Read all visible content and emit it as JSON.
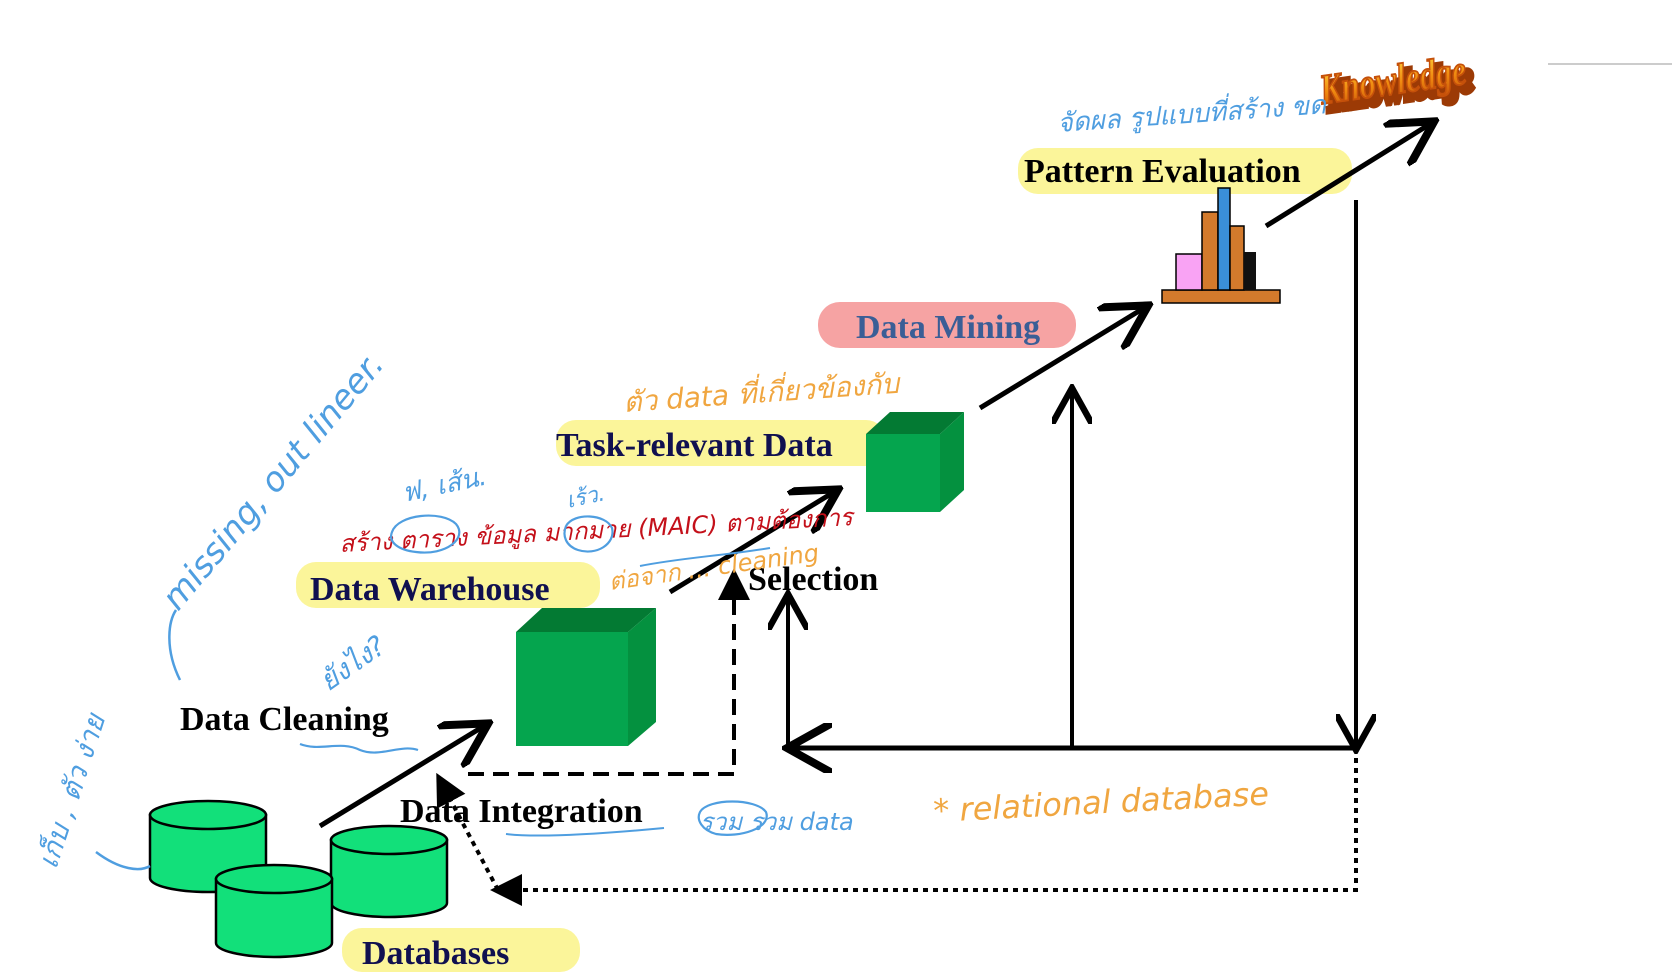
{
  "labels": {
    "knowledge": "Knowledge",
    "pattern_evaluation": "Pattern Evaluation",
    "data_mining": "Data Mining",
    "task_relevant_data": "Task-relevant Data",
    "selection": "Selection",
    "data_warehouse": "Data Warehouse",
    "data_cleaning": "Data Cleaning",
    "data_integration": "Data Integration",
    "databases": "Databases"
  },
  "annotations": {
    "near_knowledge": "จัดผล รูปแบบที่สร้าง ขด",
    "near_task_relevant": "ตัว data ที่เกี่ยวข้องกับ",
    "missing_outlier": "missing, out lineer.",
    "thai_note_1": "ฟ, เส้น.",
    "thai_note_2": "เร้ว.",
    "red_note": "สร้าง ตาราง ข้อมูล มากมาย (MAIC) ตามต้องการ",
    "cleaning_note": "ต่อจาก ... cleaning",
    "question_note": "ยังไง?",
    "left_margin_note": "เก็บ , ตัว ง่าย",
    "integration_note": "รวม รวม data",
    "relational_note": "* relational database"
  },
  "colors": {
    "highlight_yellow": "#fbf59a",
    "highlight_pink": "#f6a3a3",
    "cube_green": "#05a54e",
    "db_green": "#12e07a",
    "label_dark": "#101050",
    "data_mining_blue": "#3a5e96",
    "knowledge_orange": "#f08a10",
    "bar_pink": "#f9a3f4",
    "bar_orange": "#d37a2c",
    "bar_blue": "#3a8fd8",
    "bar_black": "#111111"
  }
}
